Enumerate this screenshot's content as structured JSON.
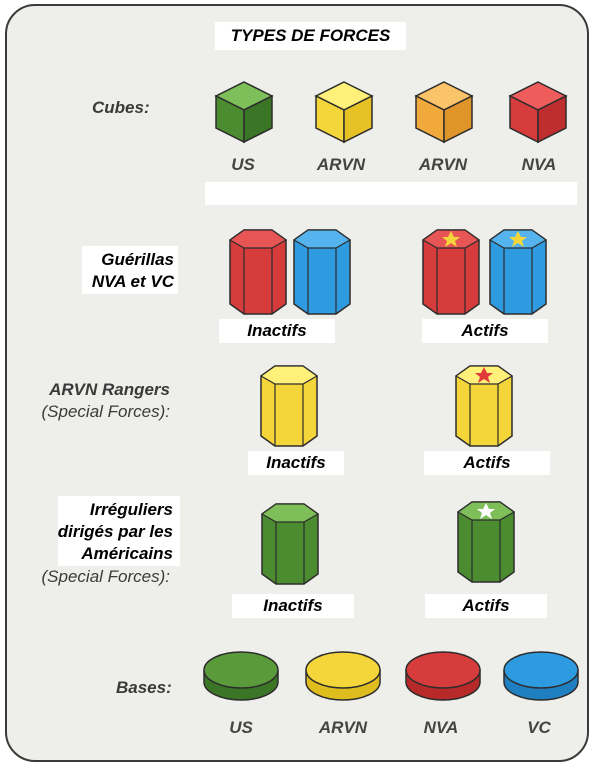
{
  "title": "TYPES DE FORCES",
  "cubes": {
    "label": "Cubes:",
    "items": [
      {
        "caption": "US",
        "color": "#5b9a3a"
      },
      {
        "caption": "ARVN",
        "color": "#f5d63a"
      },
      {
        "caption": "ARVN",
        "color": "#f2a93c"
      },
      {
        "caption": "NVA",
        "color": "#d63c3c"
      }
    ]
  },
  "guerrillas": {
    "label_line1": "Guérillas",
    "label_line2": "NVA et VC",
    "inactive_label": "Inactifs",
    "active_label": "Actifs",
    "colors": {
      "nva": "#d63c3c",
      "vc": "#2e9be0",
      "star": "#f5d63a"
    }
  },
  "rangers": {
    "label_line1": "ARVN Rangers",
    "label_line2": "(Special Forces):",
    "inactive_label": "Inactifs",
    "active_label": "Actifs",
    "colors": {
      "body": "#f5d63a",
      "star": "#e03a3a"
    }
  },
  "irregulars": {
    "label_line1": "Irréguliers",
    "label_line2": "dirigés par les",
    "label_line3": "Américains",
    "label_line4": "(Special Forces):",
    "inactive_label": "Inactifs",
    "active_label": "Actifs",
    "colors": {
      "body": "#5b9a3a",
      "star": "#ffffff"
    }
  },
  "bases": {
    "label": "Bases:",
    "items": [
      {
        "caption": "US",
        "color": "#5b9a3a"
      },
      {
        "caption": "ARVN",
        "color": "#f5d63a"
      },
      {
        "caption": "NVA",
        "color": "#d63c3c"
      },
      {
        "caption": "VC",
        "color": "#2e9be0"
      }
    ]
  }
}
